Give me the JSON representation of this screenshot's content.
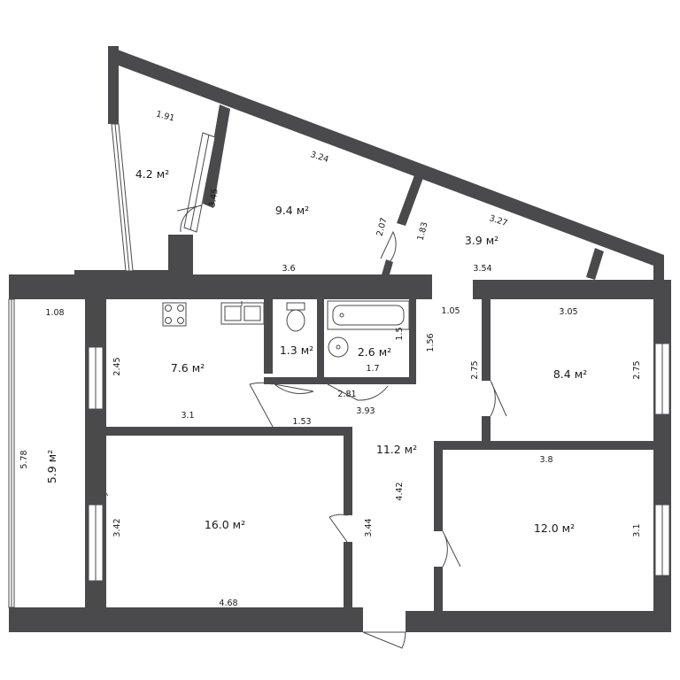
{
  "plan": {
    "rooms": [
      {
        "id": "balcony-top",
        "area": "4.2 м²"
      },
      {
        "id": "room-9-4",
        "area": "9.4 м²"
      },
      {
        "id": "room-3-9",
        "area": "3.9 м²"
      },
      {
        "id": "kitchen",
        "area": "7.6 м²"
      },
      {
        "id": "toilet",
        "area": "1.3 м²"
      },
      {
        "id": "bathroom",
        "area": "2.6 м²"
      },
      {
        "id": "bedroom-right-top",
        "area": "8.4 м²"
      },
      {
        "id": "balcony-left",
        "area": "5.9 м²"
      },
      {
        "id": "hall",
        "area": "11.2 м²"
      },
      {
        "id": "living-room",
        "area": "16.0 м²"
      },
      {
        "id": "bedroom-right-bottom",
        "area": "12.0 м²"
      }
    ],
    "dimensions": [
      "1.91",
      "3.45",
      "3.24",
      "2.07",
      "1.83",
      "3.27",
      "3.6",
      "3.54",
      "1.08",
      "5.78",
      "2.45",
      "3.1",
      "1.53",
      "1.5",
      "1.7",
      "2.81",
      "3.93",
      "1.05",
      "1.56",
      "2.75",
      "3.05",
      "2.75",
      "3.8",
      "3.1",
      "3.42",
      "4.68",
      "3.44",
      "4.42"
    ]
  }
}
